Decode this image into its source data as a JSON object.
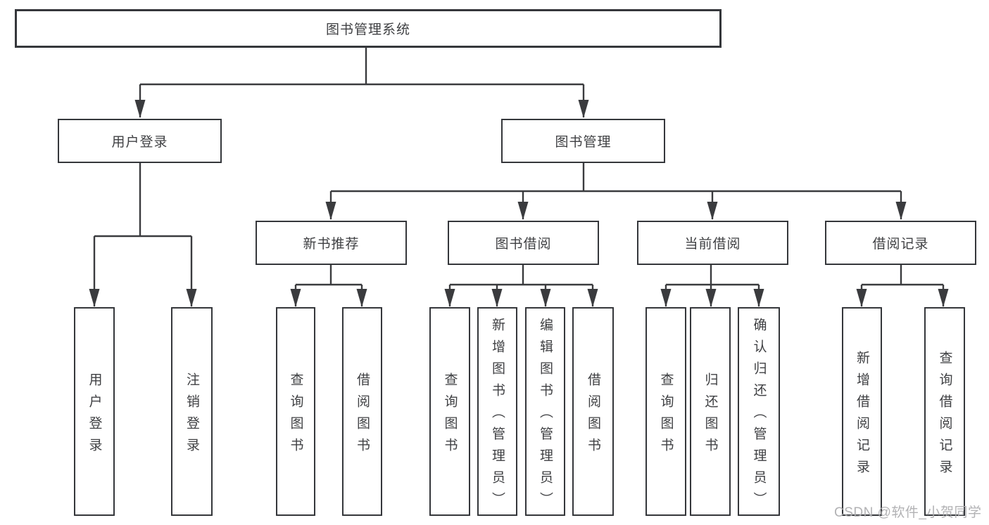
{
  "diagram": {
    "type": "hierarchy-tree",
    "watermark": "CSDN @软件_小贺同学",
    "colors": {
      "background": "#ffffff",
      "line": "#3a3b3e",
      "box_border": "#35373b",
      "text": "#3f4043",
      "watermark": "#aeaeb0"
    },
    "nodes": {
      "root": "图书管理系统",
      "userLogin": "用户登录",
      "bookMgmt": "图书管理",
      "newBookRec": "新书推荐",
      "bookBorrow": "图书借阅",
      "currentBorrow": "当前借阅",
      "borrowRecord": "借阅记录",
      "leafUserLogin": "用户登录",
      "leafLogout": "注销登录",
      "recQueryBook": "查询图书",
      "recBorrowBook": "借阅图书",
      "bbQueryBook": "查询图书",
      "bbAddBookAdmin": "新增图书（管理员）",
      "bbEditBookAdmin": "编辑图书（管理员）",
      "bbBorrowBook": "借阅图书",
      "cbQueryBook": "查询图书",
      "cbReturnBook": "归还图书",
      "cbConfirmReturnAdmin": "确认归还（管理员）",
      "brAddRecord": "新增借阅记录",
      "brQueryRecord": "查询借阅记录"
    },
    "structure": {
      "root": [
        "userLogin",
        "bookMgmt"
      ],
      "userLogin": [
        "leafUserLogin",
        "leafLogout"
      ],
      "bookMgmt": [
        "newBookRec",
        "bookBorrow",
        "currentBorrow",
        "borrowRecord"
      ],
      "newBookRec": [
        "recQueryBook",
        "recBorrowBook"
      ],
      "bookBorrow": [
        "bbQueryBook",
        "bbAddBookAdmin",
        "bbEditBookAdmin",
        "bbBorrowBook"
      ],
      "currentBorrow": [
        "cbQueryBook",
        "cbReturnBook",
        "cbConfirmReturnAdmin"
      ],
      "borrowRecord": [
        "brAddRecord",
        "brQueryRecord"
      ]
    }
  }
}
